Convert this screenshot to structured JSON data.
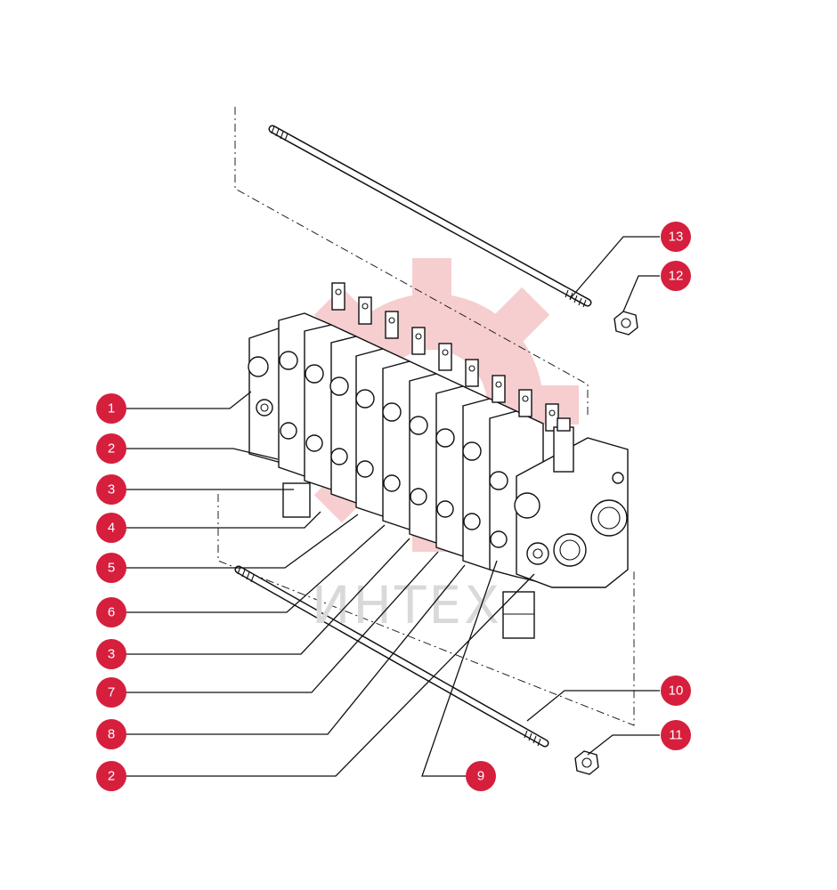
{
  "watermark": {
    "text": "ИНТЕХ",
    "gear_color": "#f6c9cc"
  },
  "callout_color": "#d61f3c",
  "callouts": [
    {
      "id": "c1",
      "number": "1"
    },
    {
      "id": "c2a",
      "number": "2"
    },
    {
      "id": "c3a",
      "number": "3"
    },
    {
      "id": "c4",
      "number": "4"
    },
    {
      "id": "c5",
      "number": "5"
    },
    {
      "id": "c6",
      "number": "6"
    },
    {
      "id": "c3b",
      "number": "3"
    },
    {
      "id": "c7",
      "number": "7"
    },
    {
      "id": "c8",
      "number": "8"
    },
    {
      "id": "c2b",
      "number": "2"
    },
    {
      "id": "c9",
      "number": "9"
    },
    {
      "id": "c10",
      "number": "10"
    },
    {
      "id": "c11",
      "number": "11"
    },
    {
      "id": "c12",
      "number": "12"
    },
    {
      "id": "c13",
      "number": "13"
    }
  ]
}
